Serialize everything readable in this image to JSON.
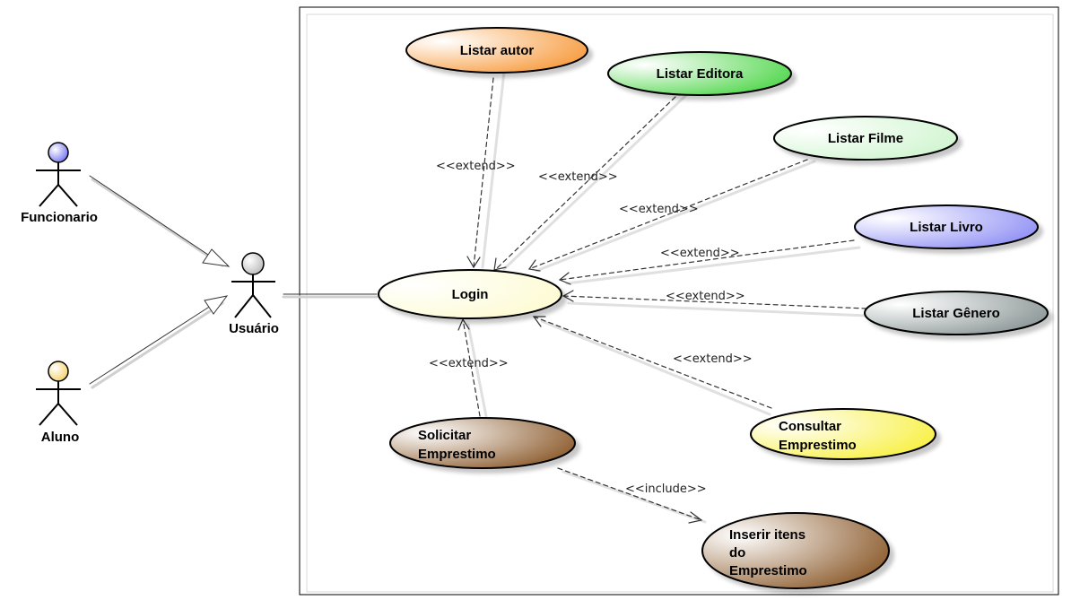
{
  "actors": {
    "funcionario": {
      "label": "Funcionario",
      "color": "#6f6ff0"
    },
    "aluno": {
      "label": "Aluno",
      "color": "#f5d060"
    },
    "usuario": {
      "label": "Usuário",
      "color": "#b8b8b8"
    }
  },
  "use_cases": {
    "listar_autor": {
      "label": "Listar autor",
      "color": "#f79a3c"
    },
    "listar_editora": {
      "label": "Listar Editora",
      "color": "#4fd64a"
    },
    "listar_filme": {
      "label": "Listar Filme",
      "color": "#cff5cf"
    },
    "listar_livro": {
      "label": "Listar Livro",
      "color": "#8f8ff5"
    },
    "listar_genero": {
      "label": "Listar Gênero",
      "color": "#8a9595"
    },
    "login": {
      "label": "Login",
      "color": "#fdfbd0"
    },
    "solicitar": {
      "lines": [
        "Solicitar",
        "Emprestimo"
      ],
      "color": "#8b5a2b"
    },
    "consultar": {
      "lines": [
        "Consultar",
        "Emprestimo"
      ],
      "color": "#f8f040"
    },
    "inserir": {
      "lines": [
        "Inserir itens",
        "do",
        "Emprestimo"
      ],
      "color": "#8b5a2b"
    }
  },
  "relations": {
    "extend": "<<extend>>",
    "include": "<<include>>"
  }
}
